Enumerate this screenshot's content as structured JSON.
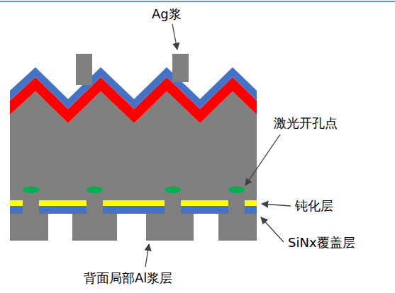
{
  "diagram": {
    "labels": [
      "Ag浆",
      "激光开孔点",
      "钝化层",
      "SiNx覆盖层",
      "背面局部Al浆层"
    ]
  }
}
